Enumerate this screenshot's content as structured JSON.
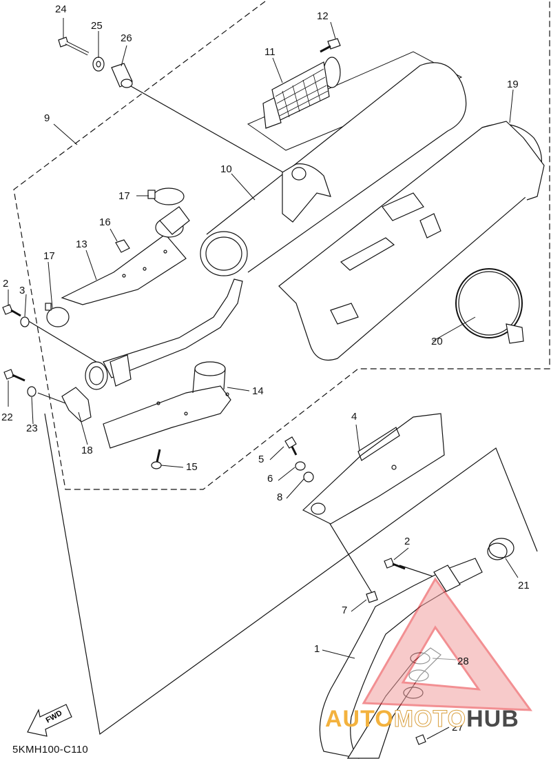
{
  "diagram": {
    "diagram_code": "5KMH100-C110",
    "fwd_label": "FWD",
    "watermark": {
      "part1": "AUTO",
      "part2": "MOTO",
      "part3": "HUB"
    },
    "callouts": {
      "c1": "1",
      "c2a": "2",
      "c2b": "2",
      "c3": "3",
      "c4": "4",
      "c5": "5",
      "c6": "6",
      "c7": "7",
      "c8": "8",
      "c9": "9",
      "c10": "10",
      "c11": "11",
      "c12": "12",
      "c13": "13",
      "c14": "14",
      "c15": "15",
      "c16": "16",
      "c17a": "17",
      "c17b": "17",
      "c18": "18",
      "c19": "19",
      "c20": "20",
      "c21": "21",
      "c22": "22",
      "c23": "23",
      "c24": "24",
      "c25": "25",
      "c26": "26",
      "c27": "27",
      "c28": "28"
    },
    "colors": {
      "line": "#111111",
      "part_fill": "#ffffff",
      "watermark_red": "#e8353a",
      "watermark_gold": "#f3b23e"
    }
  }
}
